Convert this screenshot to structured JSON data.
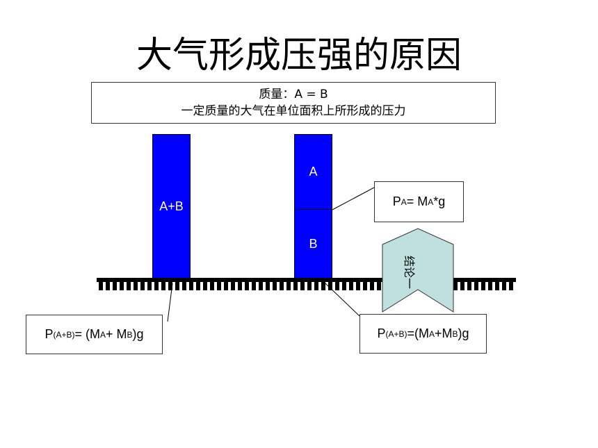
{
  "title": "大气形成压强的原因",
  "info": {
    "line1": "质量：A = B",
    "line2": "一定质量的大气在单位面积上所形成的压力"
  },
  "blocks": {
    "combined": "A+B",
    "top": "A",
    "bottom": "B"
  },
  "equations": {
    "pa": {
      "p": "P",
      "p_sub": "A",
      "eq": " = M",
      "m_sub": "A",
      "tail": "*g"
    },
    "left": {
      "p": "P",
      "p_sub": "(A+B)",
      "eq": " = (M",
      "ma_sub": "A",
      "mid": "+ M",
      "mb_sub": "B",
      "tail": ")g"
    },
    "right": {
      "p": "P",
      "p_sub": "(A+B)",
      "eq": " =(M",
      "ma_sub": "A",
      "mid": "+M",
      "mb_sub": "B",
      "tail": ")g"
    }
  },
  "conclusion": "结论一",
  "colors": {
    "block": "#0000ff",
    "conclusion_fill": "#bfe0df"
  }
}
